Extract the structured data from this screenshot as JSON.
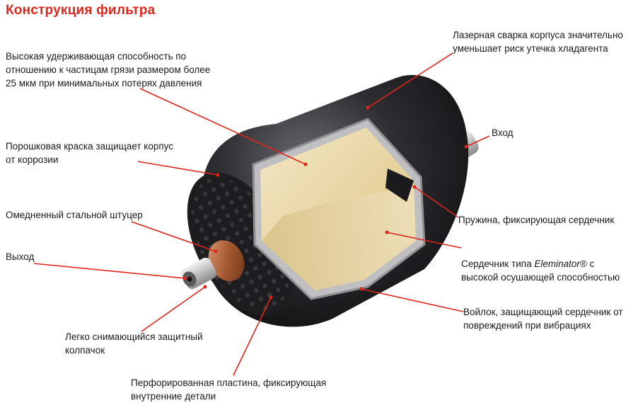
{
  "title": "Конструкция фильтра",
  "labels": {
    "retention_l1": "Высокая удерживающая способность по",
    "retention_l2": "отношению к частицам грязи размером более",
    "retention_l3": "25 мкм при минимальных потерях давления",
    "paint_l1": "Порошковая краска защищает корпус",
    "paint_l2": "от коррозии",
    "fitting": "Омедненный стальной штуцер",
    "outlet": "Выход",
    "cap_l1": "Легко снимающийся защитный",
    "cap_l2": "колпачок",
    "plate_l1": "Перфорированная пластина, фиксирующая",
    "plate_l2": "внутренние детали",
    "weld_l1": "Лазерная сварка корпуса значительно",
    "weld_l2": "уменьшает риск утечка хладагента",
    "inlet": "Вход",
    "spring": "Пружина, фиксирующая сердечник",
    "core_l1_a": "Сердечник типа ",
    "core_l1_b": "Eleminator",
    "core_l1_c": "® с",
    "core_l2": "высокой осушающей способностью",
    "felt_l1": "Войлок, защищающий сердечник от",
    "felt_l2": "повреждений при вибрациях"
  },
  "colors": {
    "accent": "#e0251b",
    "shell": "#2b2b2e",
    "core": "#e8d8ae",
    "copper": "#b0643a"
  }
}
